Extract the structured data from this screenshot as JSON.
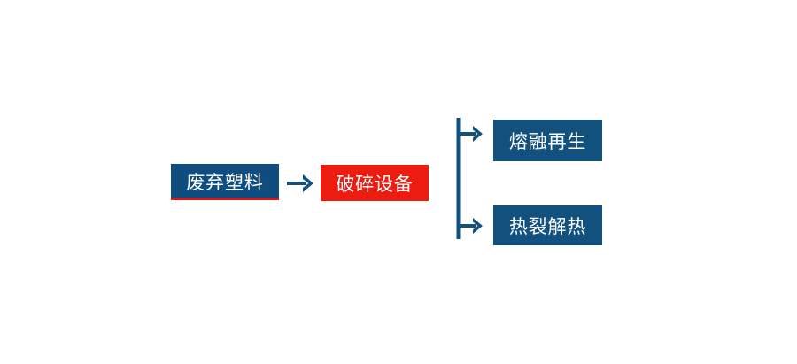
{
  "diagram": {
    "title": "waste-plastic-recycling-flow",
    "background_color": "#ffffff",
    "colors": {
      "blue": "#0f4c7f",
      "blue_alt": "#12507e",
      "red": "#ed1c10",
      "accent_underline": "#e8120c",
      "arrow": "#12507e",
      "text": "#ffffff"
    },
    "nodes": [
      {
        "id": "input",
        "label": "废弃塑料",
        "fill": "#0f4c7f",
        "text_color": "#ffffff",
        "accent": "#e8120c"
      },
      {
        "id": "process",
        "label": "破碎设备",
        "fill": "#ed1c10",
        "text_color": "#ffffff",
        "accent": ""
      },
      {
        "id": "output_top",
        "label": "熔融再生",
        "fill": "#12507e",
        "text_color": "#ffffff",
        "accent": ""
      },
      {
        "id": "output_bottom",
        "label": "热裂解热",
        "fill": "#12507e",
        "text_color": "#ffffff",
        "accent": ""
      }
    ],
    "connectors": [
      {
        "id": "main_arrow",
        "type": "arrow-right",
        "from": "input",
        "to": "process",
        "color": "#12507e"
      },
      {
        "id": "branch_bracket",
        "type": "bracket-split-right",
        "from": "process",
        "to": [
          "output_top",
          "output_bottom"
        ],
        "color": "#12507e"
      }
    ]
  }
}
